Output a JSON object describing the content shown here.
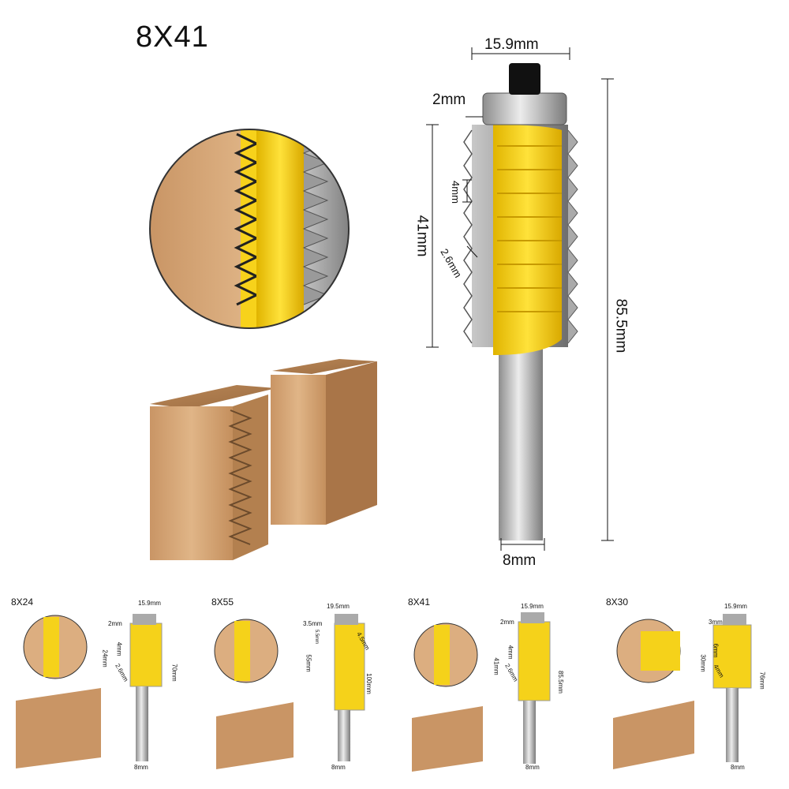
{
  "main": {
    "title": "8X41",
    "dims": {
      "width": "15.9mm",
      "bearing": "2mm",
      "cut_height": "41mm",
      "pitch": "4mm",
      "depth": "2.6mm",
      "total": "85.5mm",
      "shank": "8mm"
    }
  },
  "variants": [
    {
      "title": "8X24",
      "width": "15.9mm",
      "top": "2mm",
      "cut": "24mm",
      "pitch": "4mm",
      "depth": "2.6mm",
      "total": "70mm",
      "shank": "8mm"
    },
    {
      "title": "8X55",
      "width": "19.5mm",
      "top": "3.5mm",
      "cut": "55mm",
      "pitch": "5.5mm",
      "depth": "4.5mm",
      "total": "100mm",
      "shank": "8mm"
    },
    {
      "title": "8X41",
      "width": "15.9mm",
      "top": "2mm",
      "cut": "41mm",
      "pitch": "4mm",
      "depth": "2.6mm",
      "total": "85.5mm",
      "shank": "8mm"
    },
    {
      "title": "8X30",
      "width": "15.9mm",
      "top": "3mm",
      "cut": "30mm",
      "pitch": "6mm",
      "depth": "4mm",
      "total": "76mm",
      "shank": "8mm"
    }
  ],
  "colors": {
    "yellow": "#f5d21a",
    "wood": "#d8a878",
    "steel": "#a9a9a9"
  }
}
